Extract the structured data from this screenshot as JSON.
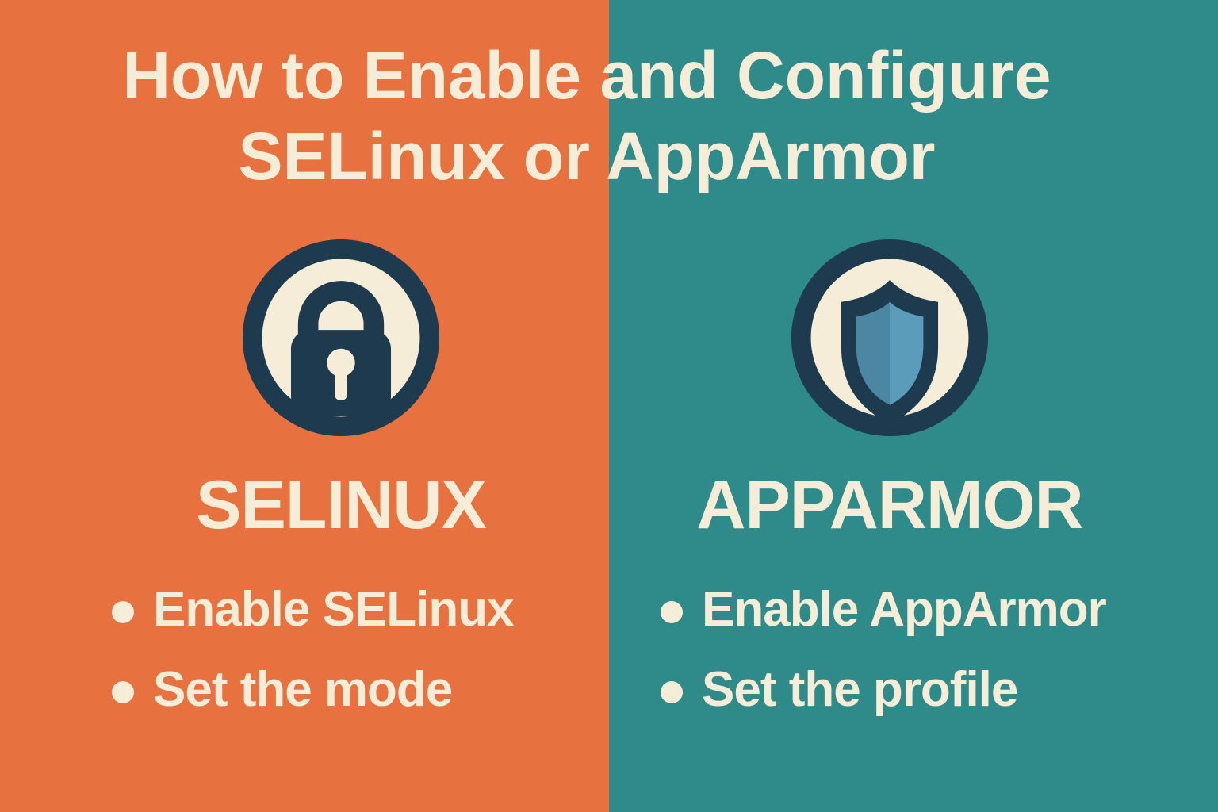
{
  "title": {
    "line1": "How to Enable and Configure",
    "line2": "SELinux or AppArmor"
  },
  "columns": [
    {
      "name": "SELinux",
      "heading": "SELINUX",
      "icon": "lock-icon",
      "bullets": [
        "Enable SELinux",
        "Set the mode"
      ]
    },
    {
      "name": "AppArmor",
      "heading": "APPARMOR",
      "icon": "shield-icon",
      "bullets": [
        "Enable AppArmor",
        "Set the profile"
      ]
    }
  ],
  "colors": {
    "orange": "#E7713F",
    "teal": "#2E8B8A",
    "cream": "#F6EDD8",
    "navy": "#1E3A4E",
    "shield-blue-left": "#4B87A3",
    "shield-blue-right": "#5B9CBB"
  }
}
